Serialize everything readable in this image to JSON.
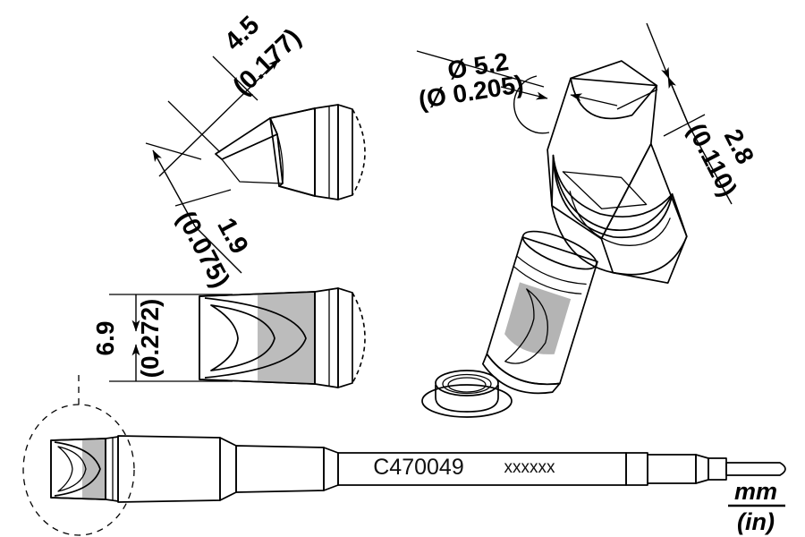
{
  "drawing": {
    "part_number": "C470049",
    "secondary_marking": "xxxxxx",
    "units_numerator": "mm",
    "units_denominator": "(in)"
  },
  "dimensions": {
    "bevel_length": {
      "mm": "4.5",
      "inch": "(0.177)"
    },
    "tip_width": {
      "mm": "1.9",
      "inch": "(0.075)"
    },
    "diameter": {
      "mm": "Ø 5.2",
      "inch": "(Ø 0.205)"
    },
    "slot_depth": {
      "mm": "2.8",
      "inch": "(0.110)"
    },
    "head_height": {
      "mm": "6.9",
      "inch": "(0.272)"
    }
  },
  "views": {
    "top_left": {
      "name": "side-section-view"
    },
    "top_right": {
      "name": "iso-slot-detail-view"
    },
    "middle_left": {
      "name": "front-view"
    },
    "middle_right": {
      "name": "iso-application-view"
    },
    "bottom": {
      "name": "full-cartridge-view"
    },
    "detail_circle": {
      "name": "detail-callout-circle"
    }
  },
  "colors": {
    "bevel_face": "#F7D9A0",
    "hatch": "#6B5A33",
    "metal_light": "#FCFCFC",
    "metal_mid": "#C9C9C9",
    "metal_dark": "#6E6E6E",
    "eyelet_blue": "#A9AFD4",
    "outline": "#000000",
    "background": "#FFFFFF"
  }
}
